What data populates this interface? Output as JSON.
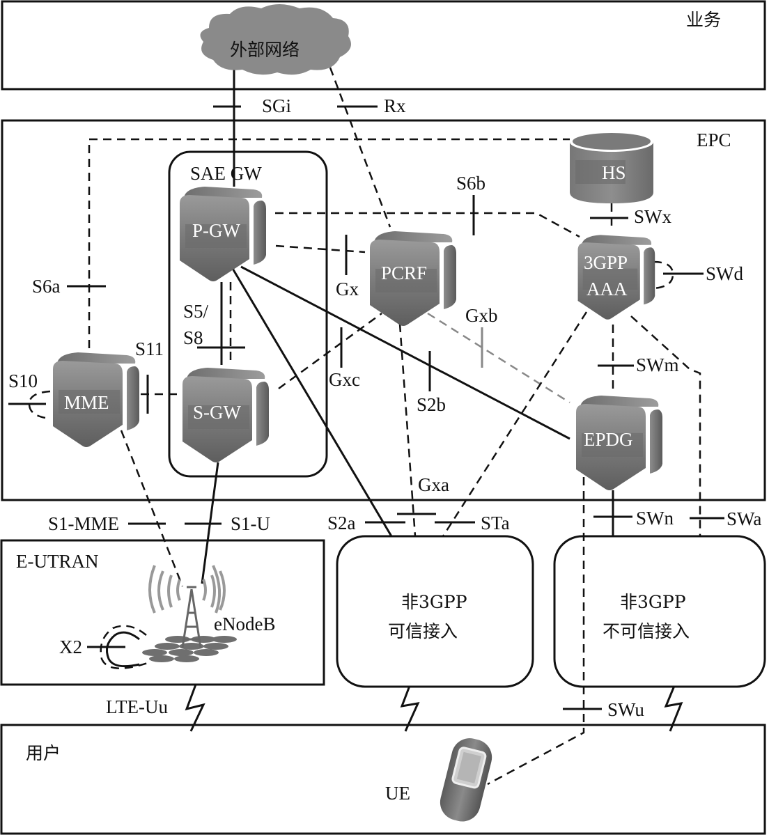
{
  "domains": {
    "service": "业务",
    "epc": "EPC",
    "eutran": "E-UTRAN",
    "user": "用户"
  },
  "nodes": {
    "external_network": "外部网络",
    "sae_gw": "SAE GW",
    "pgw": "P-GW",
    "sgw": "S-GW",
    "mme": "MME",
    "pcrf": "PCRF",
    "hss": "HS",
    "aaa_line1": "3GPP",
    "aaa_line2": "AAA",
    "epdg": "EPDG",
    "enodeb": "eNodeB",
    "ue": "UE",
    "trusted_line1": "非3GPP",
    "trusted_line2": "可信接入",
    "untrusted_line1": "非3GPP",
    "untrusted_line2": "不可信接入"
  },
  "interfaces": {
    "sgi": "SGi",
    "rx": "Rx",
    "s6a": "S6a",
    "s6b": "S6b",
    "swx": "SWx",
    "swd": "SWd",
    "gx": "Gx",
    "gxb": "Gxb",
    "gxc": "Gxc",
    "s5": "S5/",
    "s8": "S8",
    "s11": "S11",
    "s10": "S10",
    "s2b": "S2b",
    "swm": "SWm",
    "gxa": "Gxa",
    "s1mme": "S1-MME",
    "s1u": "S1-U",
    "s2a": "S2a",
    "sta": "STa",
    "swn": "SWn",
    "swa": "SWa",
    "x2": "X2",
    "lte_uu": "LTE-Uu",
    "swu": "SWu"
  }
}
